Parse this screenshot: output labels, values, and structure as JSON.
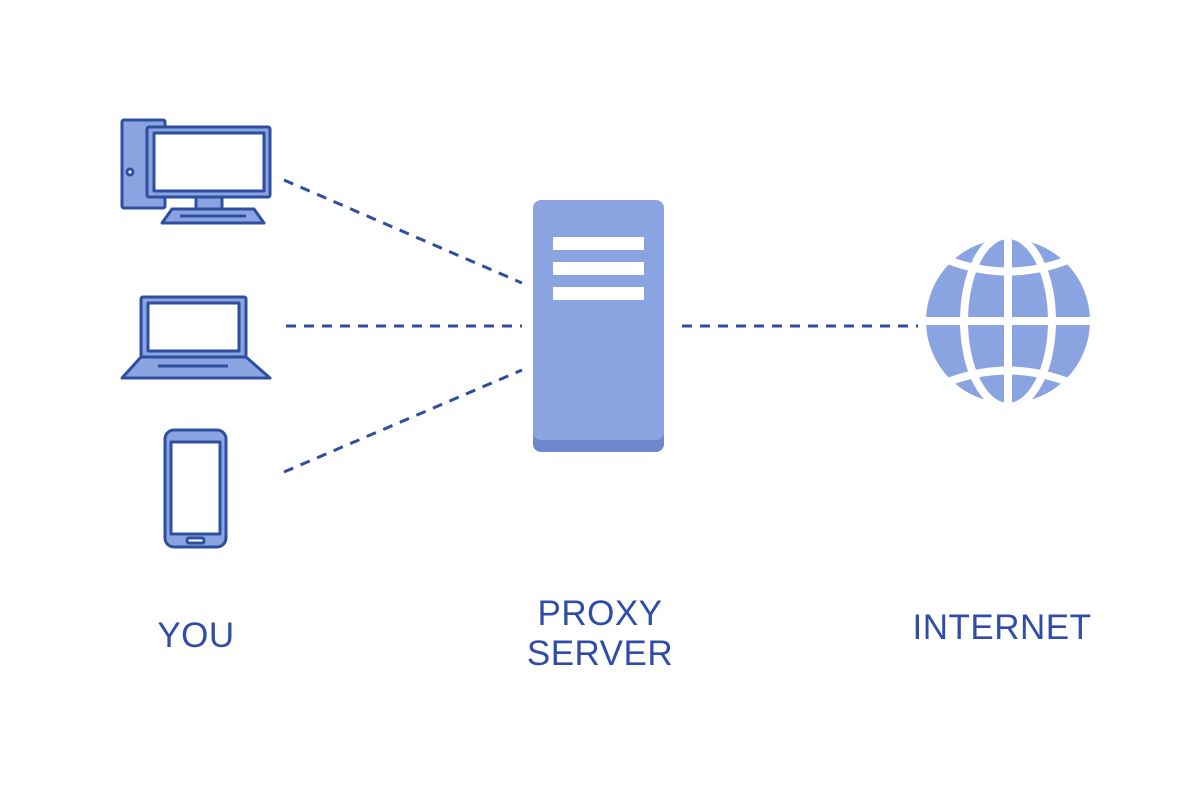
{
  "colors": {
    "outline": "#2E4FA0",
    "fill": "#8AA4E2",
    "screen": "#FFFFFF",
    "label": "#2F4DA6",
    "server_base": "#6E87CC",
    "connector": "#2E4FA0"
  },
  "icons": {
    "desktop": "desktop-computer-icon",
    "laptop": "laptop-icon",
    "phone": "smartphone-icon",
    "server": "server-icon",
    "globe": "globe-icon"
  },
  "labels": {
    "you": "YOU",
    "proxy_server": [
      "PROXY",
      "SERVER"
    ],
    "internet": "INTERNET"
  }
}
